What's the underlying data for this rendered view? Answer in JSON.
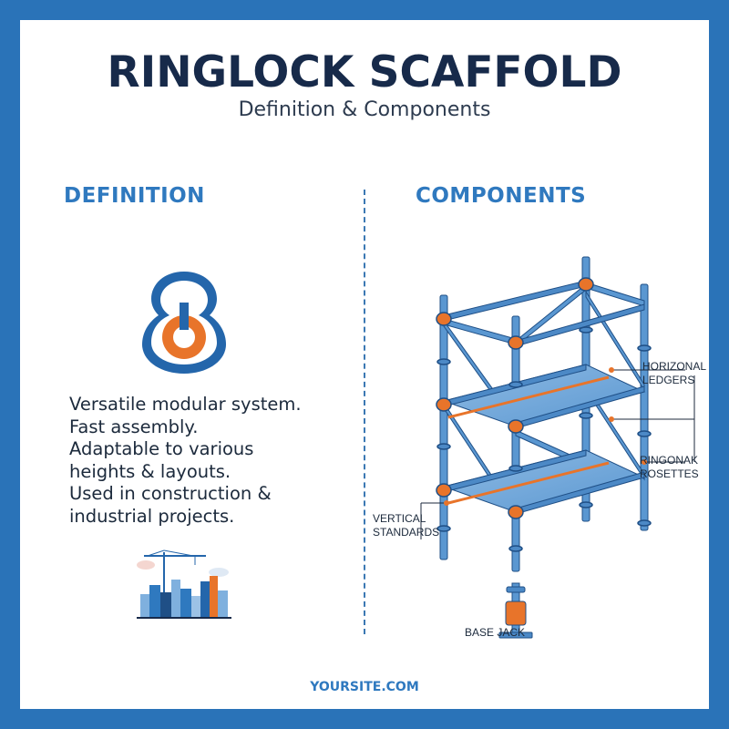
{
  "header": {
    "title": "RINGLOCK SCAFFOLD",
    "subtitle": "Definition & Components"
  },
  "definition": {
    "heading": "DEFINITION",
    "lines": [
      "Versatile modular system.",
      "Fast assembly.",
      "Adaptable to various",
      "heights & layouts.",
      "Used in construction &",
      "industrial projects."
    ]
  },
  "components": {
    "heading": "COMPONENTS",
    "labels": {
      "ledgers": [
        "HORIZONAL",
        "LEDGERS"
      ],
      "rosettes": [
        "RINGONAK",
        "ROSETTES"
      ],
      "standards": [
        "VERTICAL",
        "STANDARDS"
      ],
      "base_jack": "BASE JACK"
    }
  },
  "footer": {
    "site": "YOURSITE.COM"
  },
  "colors": {
    "frame": "#2a73b8",
    "title": "#172a4a",
    "accent_blue": "#2f79bf",
    "accent_orange": "#e8742a"
  },
  "icons": [
    "ringlock-rosette-icon",
    "city-skyline-icon"
  ]
}
